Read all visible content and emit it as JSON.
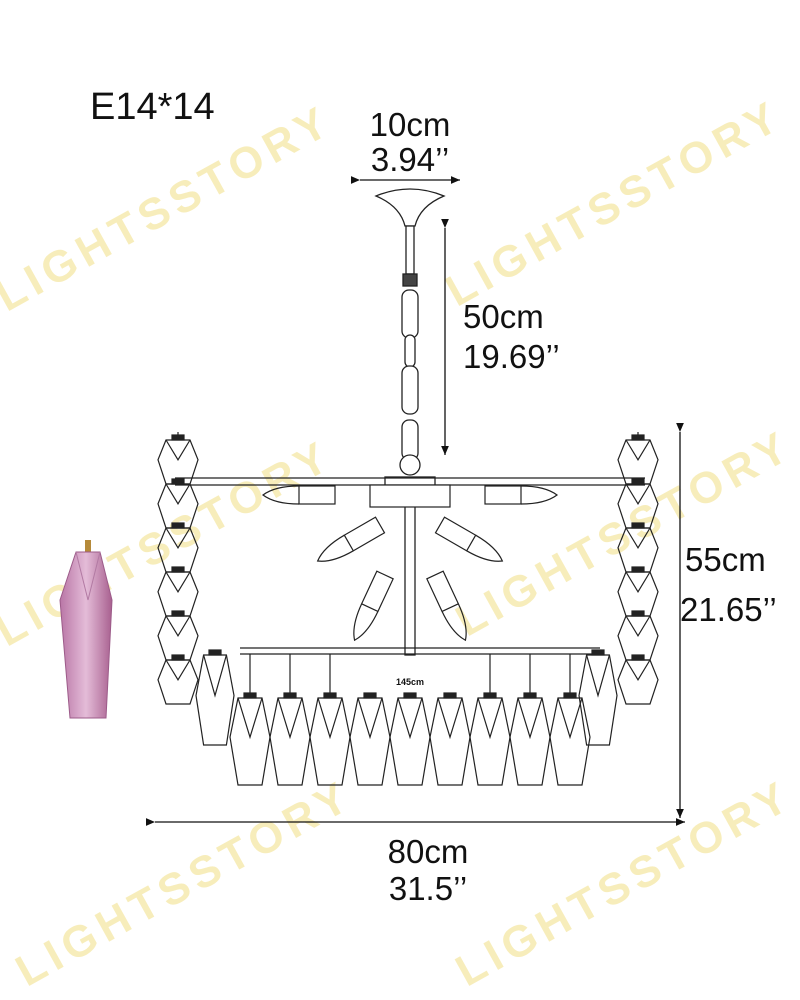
{
  "watermark": "LIGHTSSTORY",
  "watermark_color": "#f3e39a",
  "bulb_spec": "E14*14",
  "dimensions": {
    "canopy_width_cm": "10cm",
    "canopy_width_in": "3.94’’",
    "chain_length_cm": "50cm",
    "chain_length_in": "19.69’’",
    "height_cm": "55cm",
    "height_in": "21.65’’",
    "width_cm": "80cm",
    "width_in": "31.5’’",
    "inner_label": "145cm"
  },
  "glass_shade_color": "#c98fb8"
}
